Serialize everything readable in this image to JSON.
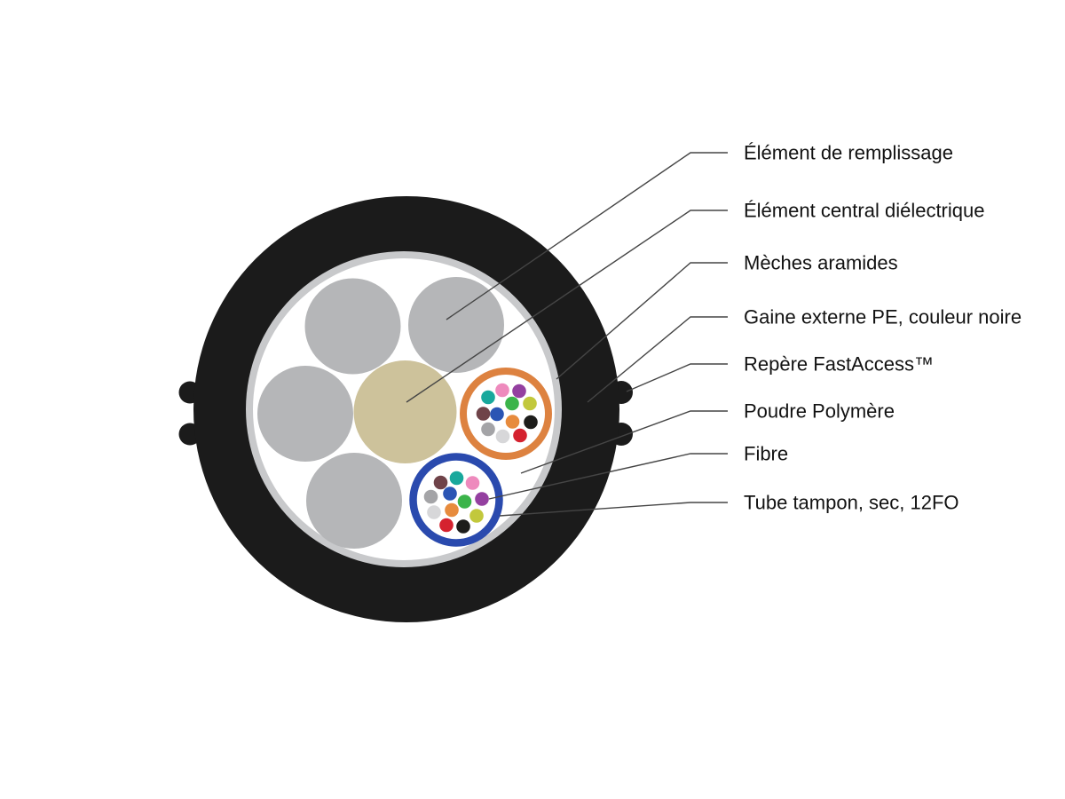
{
  "diagram": {
    "type": "fiber-optic-cable-cross-section",
    "labels": [
      {
        "text": "Élément de remplissage"
      },
      {
        "text": "Élément central diélectrique"
      },
      {
        "text": "Mèches aramides"
      },
      {
        "text": "Gaine externe PE, couleur noire"
      },
      {
        "text": "Repère FastAccess™"
      },
      {
        "text": "Poudre Polymère"
      },
      {
        "text": "Fibre"
      },
      {
        "text": "Tube tampon, sec, 12FO"
      }
    ],
    "colors": {
      "jacket": "#1b1b1b",
      "aramid_ring": "#c8c9cb",
      "interior": "#ffffff",
      "filler_element": "#b5b6b8",
      "central_element": "#cdc29b",
      "orange_tube_ring": "#dd8240",
      "blue_tube_ring": "#2a4aae",
      "tube_interior": "#ffffff"
    },
    "tubes": {
      "orange": {
        "fiber_count": 12,
        "fibers": [
          {
            "name": "aqua",
            "hex": "#18a89c"
          },
          {
            "name": "rose",
            "hex": "#ee8abd"
          },
          {
            "name": "violet",
            "hex": "#9440a0"
          },
          {
            "name": "green",
            "hex": "#3bb44a"
          },
          {
            "name": "yellow",
            "hex": "#c2c83c"
          },
          {
            "name": "brown",
            "hex": "#6f4349"
          },
          {
            "name": "blue",
            "hex": "#2b55b4"
          },
          {
            "name": "orange",
            "hex": "#e78b3d"
          },
          {
            "name": "black",
            "hex": "#1d1d1b"
          },
          {
            "name": "slate",
            "hex": "#a4a4a7"
          },
          {
            "name": "white",
            "hex": "#d7d7d9"
          },
          {
            "name": "red",
            "hex": "#d5222f"
          }
        ]
      },
      "blue": {
        "fiber_count": 12,
        "fibers": [
          {
            "name": "brown",
            "hex": "#6f4349"
          },
          {
            "name": "aqua",
            "hex": "#18a89c"
          },
          {
            "name": "rose",
            "hex": "#ee8abd"
          },
          {
            "name": "slate",
            "hex": "#a4a4a7"
          },
          {
            "name": "blue",
            "hex": "#2b55b4"
          },
          {
            "name": "green",
            "hex": "#3bb44a"
          },
          {
            "name": "violet",
            "hex": "#9440a0"
          },
          {
            "name": "white",
            "hex": "#d7d7d9"
          },
          {
            "name": "orange",
            "hex": "#e78b3d"
          },
          {
            "name": "yellow",
            "hex": "#c2c83c"
          },
          {
            "name": "red",
            "hex": "#d5222f"
          },
          {
            "name": "black",
            "hex": "#1d1d1b"
          }
        ]
      }
    }
  }
}
